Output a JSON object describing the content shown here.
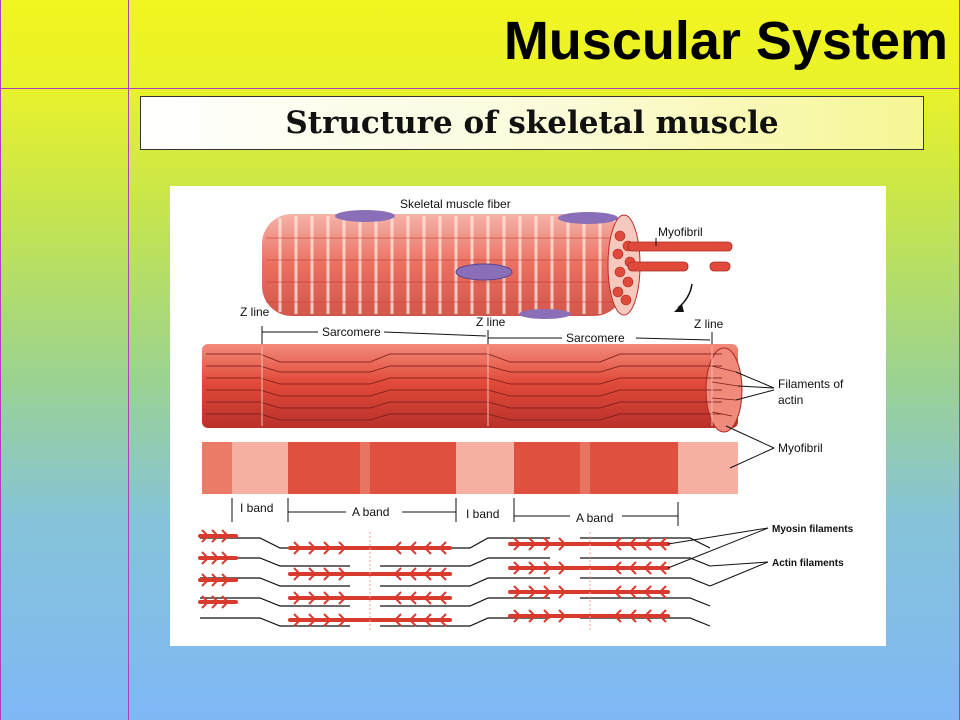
{
  "slide": {
    "title": "Muscular System",
    "subtitle": "Structure of skeletal muscle"
  },
  "figure": {
    "labels": {
      "skeletal_muscle_fiber": "Skeletal muscle fiber",
      "myofibril_top": "Myofibril",
      "z_line_left": "Z line",
      "z_line_mid": "Z line",
      "z_line_right": "Z line",
      "sarcomere_left": "Sarcomere",
      "sarcomere_right": "Sarcomere",
      "filaments_of_actin_1": "Filaments of",
      "filaments_of_actin_2": "actin",
      "myofibril_mid": "Myofibril",
      "i_band_left": "I band",
      "a_band_left": "A band",
      "i_band_mid": "I band",
      "a_band_right": "A band",
      "myosin_filaments": "Myosin filaments",
      "actin_filaments": "Actin filaments"
    }
  },
  "colors": {
    "border": "#b13fbd",
    "muscle_red": "#e0483a",
    "muscle_light": "#f4a08f",
    "nucleus": "#8a6fb8"
  }
}
